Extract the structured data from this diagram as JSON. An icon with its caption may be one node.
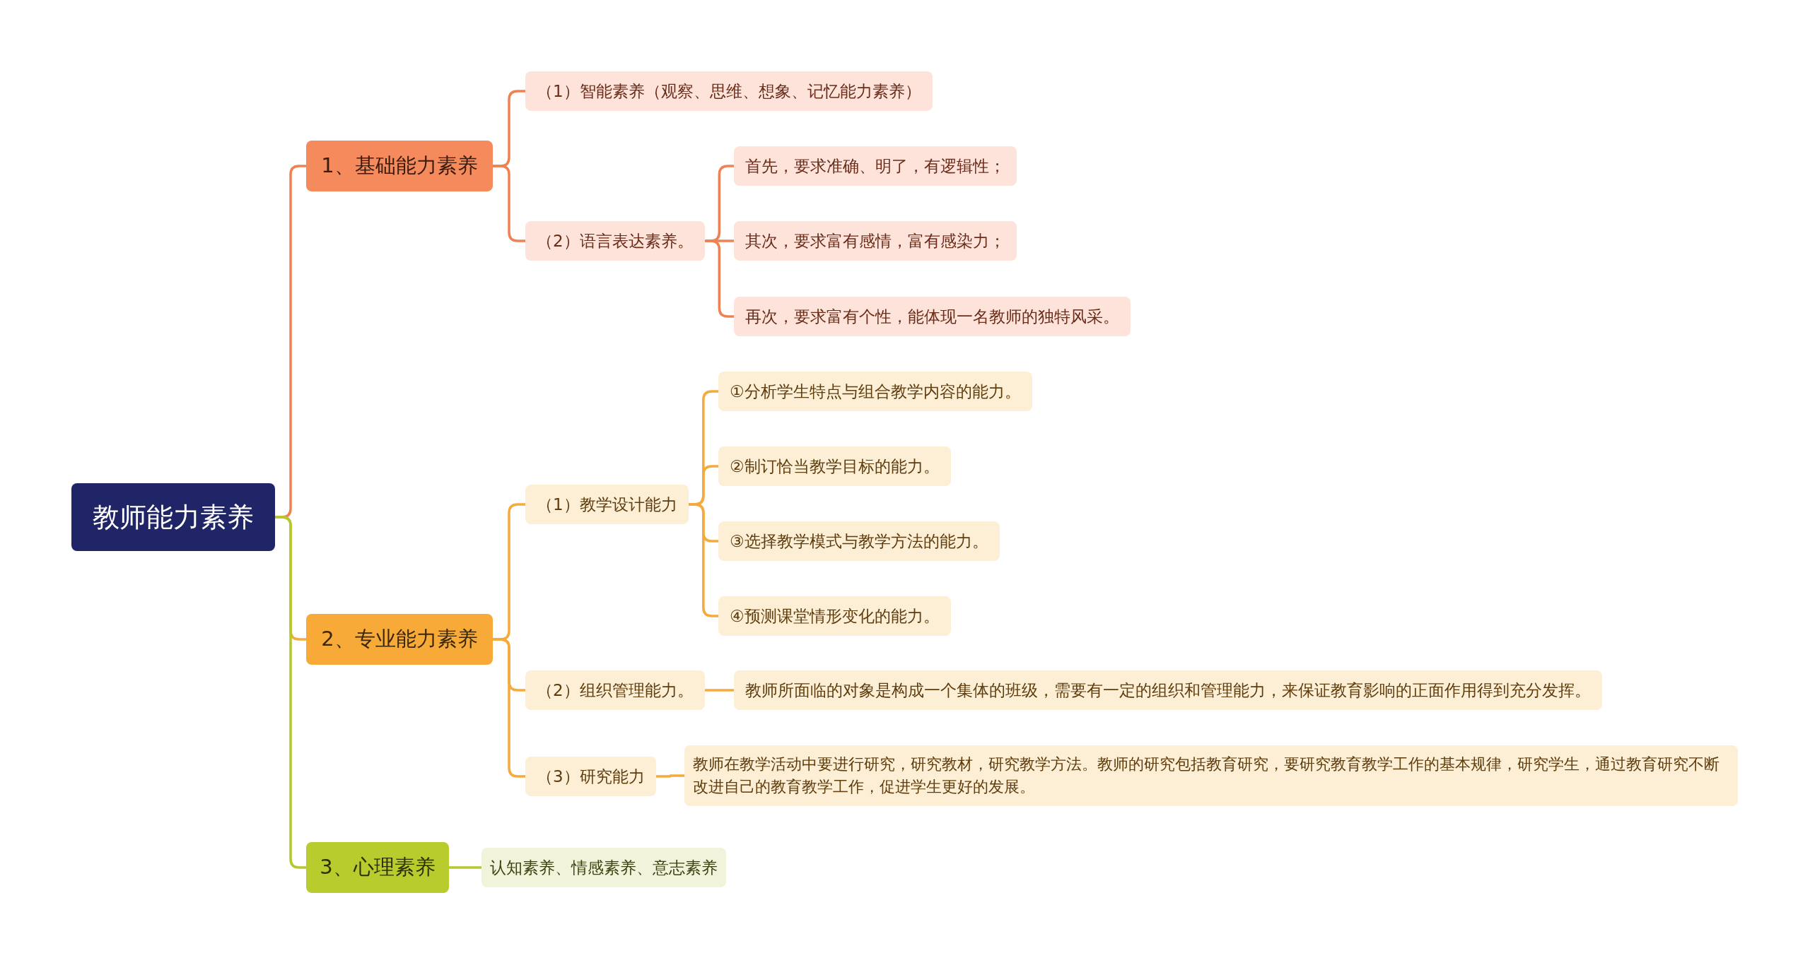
{
  "diagram": {
    "nodes": [
      {
        "text": [
          "教师能力素养"
        ]
      },
      {
        "text": [
          "1、基础能力素养"
        ]
      },
      {
        "text": [
          "（1）智能素养（观察、思维、想象、记忆能力素养）"
        ]
      },
      {
        "text": [
          "（2）语言表达素养。"
        ]
      },
      {
        "text": [
          "首先，要求准确、明了，有逻辑性；"
        ]
      },
      {
        "text": [
          "其次，要求富有感情，富有感染力；"
        ]
      },
      {
        "text": [
          "再次，要求富有个性，能体现一名教师的独特风采。"
        ]
      },
      {
        "text": [
          "2、专业能力素养"
        ]
      },
      {
        "text": [
          "（1）教学设计能力"
        ]
      },
      {
        "text": [
          "①分析学生特点与组合教学内容的能力。"
        ]
      },
      {
        "text": [
          "②制订恰当教学目标的能力。"
        ]
      },
      {
        "text": [
          "③选择教学模式与教学方法的能力。"
        ]
      },
      {
        "text": [
          "④预测课堂情形变化的能力。"
        ]
      },
      {
        "text": [
          "（2）组织管理能力。"
        ]
      },
      {
        "text": [
          "教师所面临的对象是构成一个集体的班级，需要有一定的组织和管理能力，来保证教育影响的正面作用得到充分发挥。"
        ]
      },
      {
        "text": [
          "（3）研究能力"
        ]
      },
      {
        "text": [
          "教师在教学活动中要进行研究，研究教材，研究教学方法。教师的研究包括教育研究，要研究教育教学工作的基本规律，研究学生，通过教育研究不断改进自己的教育教学工作，促进学生更好的发展。"
        ]
      },
      {
        "text": [
          "3、心理素养"
        ]
      },
      {
        "text": [
          "认知素养、情感素养、意志素养"
        ]
      }
    ],
    "edges": [
      {
        "from": 0,
        "to": 1,
        "arrow": "none",
        "color": "#ef8254"
      },
      {
        "from": 1,
        "to": 2,
        "arrow": "none",
        "color": "#ef8254"
      },
      {
        "from": 1,
        "to": 3,
        "arrow": "none",
        "color": "#ef8254"
      },
      {
        "from": 3,
        "to": 4,
        "arrow": "none",
        "color": "#ef8254"
      },
      {
        "from": 3,
        "to": 5,
        "arrow": "none",
        "color": "#ef8254"
      },
      {
        "from": 3,
        "to": 6,
        "arrow": "none",
        "color": "#ef8254"
      },
      {
        "from": 0,
        "to": 7,
        "arrow": "none"
      },
      {
        "from": 7,
        "to": 8,
        "arrow": "none"
      },
      {
        "from": 8,
        "to": 9,
        "arrow": "none"
      },
      {
        "from": 8,
        "to": 10,
        "arrow": "none"
      },
      {
        "from": 8,
        "to": 11,
        "arrow": "none"
      },
      {
        "from": 8,
        "to": 12,
        "arrow": "none"
      },
      {
        "from": 7,
        "to": 13,
        "arrow": "none"
      },
      {
        "from": 13,
        "to": 14,
        "arrow": "none"
      },
      {
        "from": 7,
        "to": 15,
        "arrow": "none"
      },
      {
        "from": 15,
        "to": 16,
        "arrow": "none"
      },
      {
        "from": 0,
        "to": 17,
        "arrow": "none",
        "color": "#b5c92c"
      },
      {
        "from": 17,
        "to": 18,
        "arrow": "none",
        "color": "#b5c92c"
      }
    ]
  }
}
